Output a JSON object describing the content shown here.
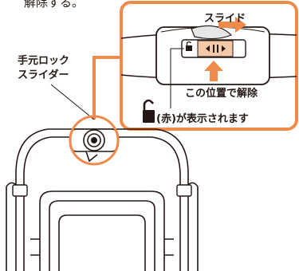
{
  "texts": {
    "top_cut_text": "解除する。",
    "lock_label_line1": "手元ロック",
    "lock_label_line2": "スライダー",
    "slide_label": "スライド",
    "release_label": "この位置で解除",
    "red_indicator_text": "(赤)が表示されます"
  },
  "colors": {
    "accent": "#f08a4b",
    "line": "#231815",
    "body_fill": "#ffffff",
    "slider_fill": "#f3c9a8",
    "gray": "#e6e6e6"
  },
  "icons": {
    "lock_icon": "open-padlock",
    "slide_arrow": "arrow-right",
    "release_arrow": "arrow-up"
  }
}
